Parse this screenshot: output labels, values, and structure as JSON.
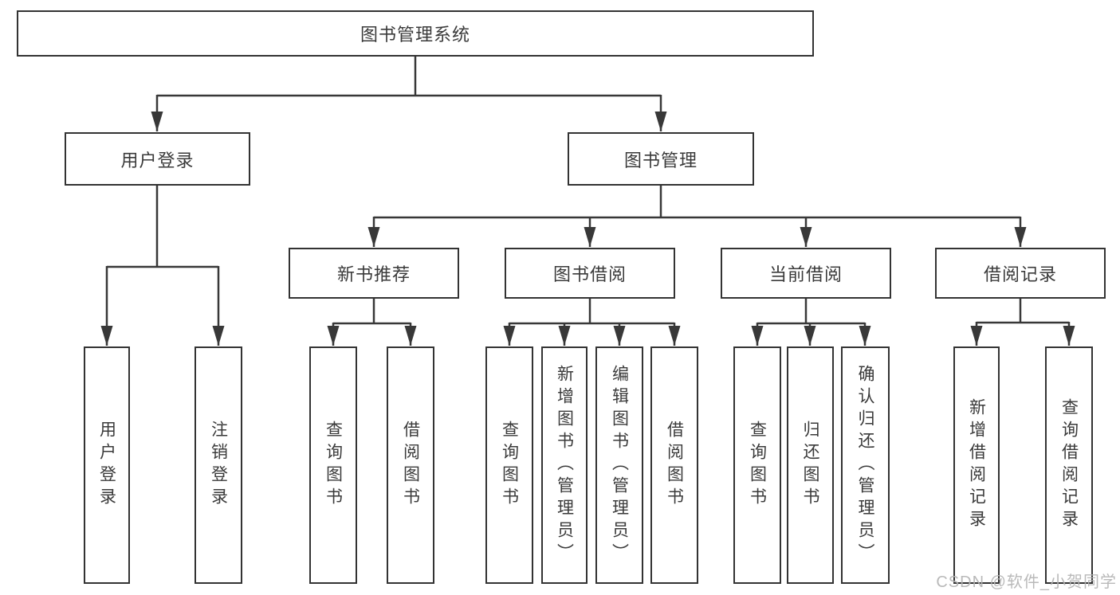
{
  "diagram": {
    "type": "hierarchy-tree",
    "watermark": "CSDN @软件_小贺同学",
    "colors": {
      "line": "#383838",
      "box_border": "#333333",
      "text": "#3a3a3a",
      "background": "#ffffff",
      "watermark": "#b4b4b4"
    },
    "root": {
      "label": "图书管理系统",
      "children": [
        {
          "label": "用户登录",
          "children": [
            {
              "label": "用户登录"
            },
            {
              "label": "注销登录"
            }
          ]
        },
        {
          "label": "图书管理",
          "children": [
            {
              "label": "新书推荐",
              "children": [
                {
                  "label": "查询图书"
                },
                {
                  "label": "借阅图书"
                }
              ]
            },
            {
              "label": "图书借阅",
              "children": [
                {
                  "label": "查询图书"
                },
                {
                  "label": "新增图书（管理员）"
                },
                {
                  "label": "编辑图书（管理员）"
                },
                {
                  "label": "借阅图书"
                }
              ]
            },
            {
              "label": "当前借阅",
              "children": [
                {
                  "label": "查询图书"
                },
                {
                  "label": "归还图书"
                },
                {
                  "label": "确认归还（管理员）"
                }
              ]
            },
            {
              "label": "借阅记录",
              "children": [
                {
                  "label": "新增借阅记录"
                },
                {
                  "label": "查询借阅记录"
                }
              ]
            }
          ]
        }
      ]
    }
  }
}
